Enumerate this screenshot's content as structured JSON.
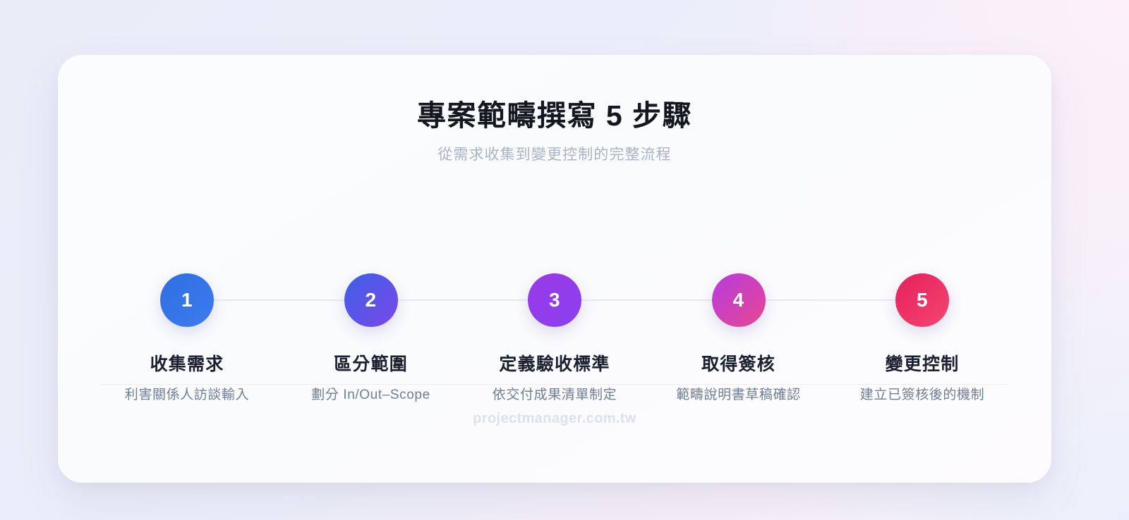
{
  "background": {
    "tint_left": "#e9edf8",
    "tint_right": "#fdf3fa"
  },
  "card": {
    "background": "#fbfcfe",
    "corner_radius": "34px"
  },
  "header": {
    "title": "專案範疇撰寫 5 步驟",
    "subtitle": "從需求收集到變更控制的完整流程",
    "title_color": "#14171f",
    "subtitle_color": "#aab3c6"
  },
  "steps": {
    "connector_color": "#e9eaee",
    "title_color": "#1b2130",
    "desc_color": "#707e94",
    "items": [
      {
        "number": "1",
        "title": "收集需求",
        "desc": "利害關係人訪談輸入",
        "color_from": "#2f6fe0",
        "color_to": "#3d7bf0"
      },
      {
        "number": "2",
        "title": "區分範圍",
        "desc": "劃分 In/Out–Scope",
        "color_from": "#3f5fe8",
        "color_to": "#7a48e8"
      },
      {
        "number": "3",
        "title": "定義驗收標準",
        "desc": "依交付成果清單制定",
        "color_from": "#9a3ae6",
        "color_to": "#8b3ff0"
      },
      {
        "number": "4",
        "title": "取得簽核",
        "desc": "範疇說明書草稿確認",
        "color_from": "#b63ce0",
        "color_to": "#e8468f"
      },
      {
        "number": "5",
        "title": "變更控制",
        "desc": "建立已簽核後的機制",
        "color_from": "#e81f5e",
        "color_to": "#f2476e"
      }
    ]
  },
  "footer": {
    "site": "projectmanager.com.tw",
    "color": "#dde1ec",
    "divider_color": "#eceef3"
  }
}
